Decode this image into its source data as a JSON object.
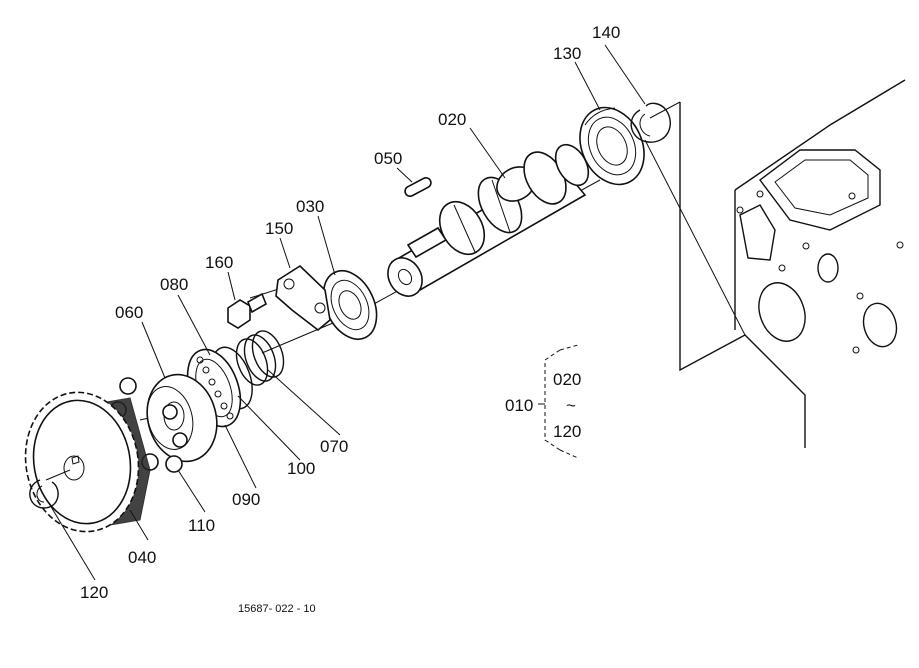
{
  "diagram": {
    "labels": {
      "p010": "010",
      "p020": "020",
      "p030": "030",
      "p040": "040",
      "p050": "050",
      "p060": "060",
      "p070": "070",
      "p080": "080",
      "p090": "090",
      "p100": "100",
      "p110": "110",
      "p120": "120",
      "p130": "130",
      "p140": "140",
      "p150": "150",
      "p160": "160"
    },
    "group": {
      "from": "020",
      "tilde": "~",
      "to": "120"
    },
    "drawing_code": "15687- 022 - 10"
  }
}
